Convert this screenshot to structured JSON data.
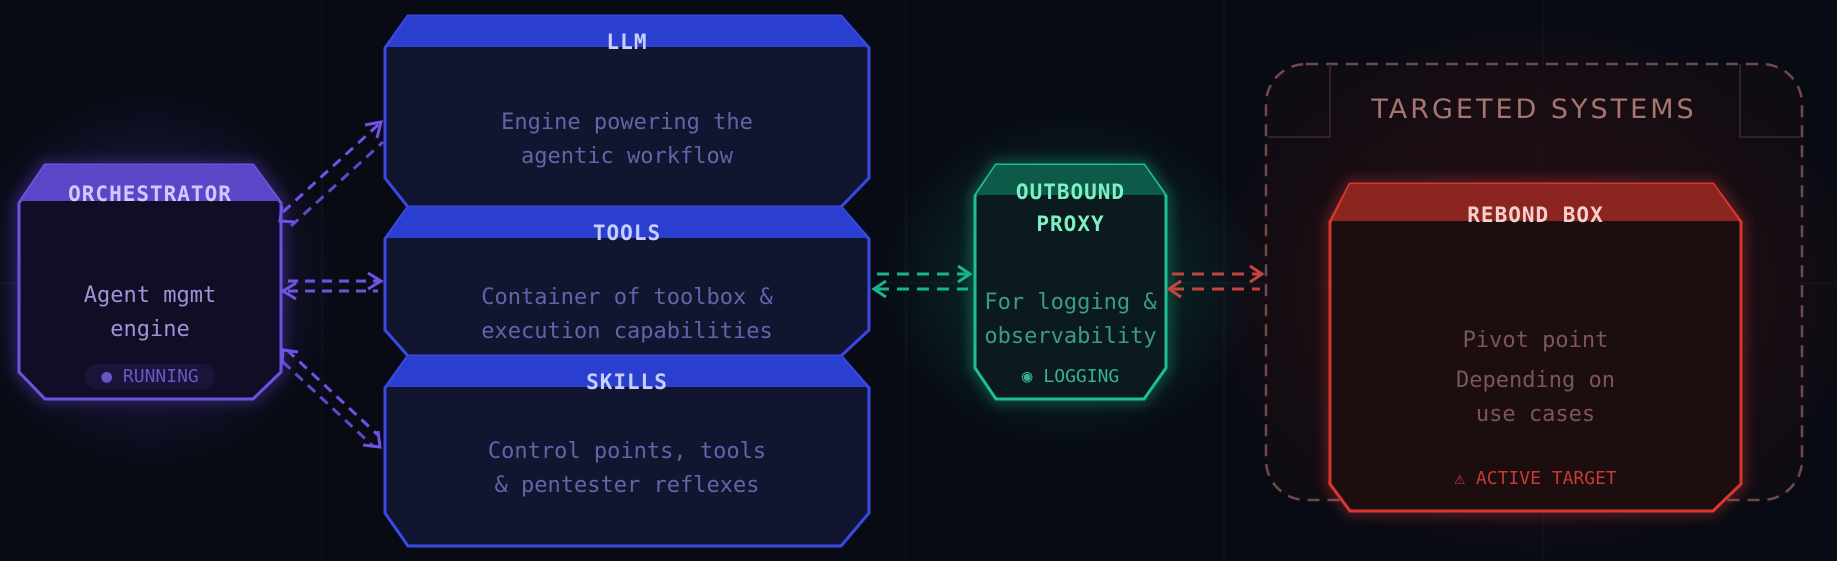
{
  "colors": {
    "background": "#080b14",
    "orchestrator": "#7f5df0",
    "llm_tools_skills": "#3a49e6",
    "proxy": "#1fc596",
    "target": "#e0403b"
  },
  "nodes": {
    "orchestrator": {
      "title": "ORCHESTRATOR",
      "desc_line1": "Agent mgmt",
      "desc_line2": "engine",
      "badge": "● RUNNING"
    },
    "llm": {
      "title": "LLM",
      "desc_line1": "Engine powering the",
      "desc_line2": "agentic workflow"
    },
    "tools": {
      "title": "TOOLS",
      "desc_line1": "Container of toolbox &",
      "desc_line2": "execution capabilities"
    },
    "skills": {
      "title": "SKILLS",
      "desc_line1": "Control points, tools",
      "desc_line2": "& pentester reflexes"
    },
    "proxy": {
      "title_line1": "OUTBOUND",
      "title_line2": "PROXY",
      "desc_line1": "For logging &",
      "desc_line2": "observability",
      "badge": "◉ LOGGING"
    },
    "targeted_systems": {
      "title": "TARGETED SYSTEMS"
    },
    "rebond_box": {
      "title": "REBOND BOX",
      "desc_line1": "Pivot point",
      "desc_line2": "Depending on",
      "desc_line3": "use cases",
      "badge": "⚠ ACTIVE TARGET"
    }
  },
  "edges": [
    {
      "from": "orchestrator",
      "to": "llm",
      "style": "dashed",
      "direction": "both"
    },
    {
      "from": "orchestrator",
      "to": "tools",
      "style": "dashed",
      "direction": "both"
    },
    {
      "from": "orchestrator",
      "to": "skills",
      "style": "dashed",
      "direction": "both"
    },
    {
      "from": "tools",
      "to": "proxy",
      "style": "dashed",
      "direction": "both"
    },
    {
      "from": "proxy",
      "to": "targeted_systems",
      "style": "dashed",
      "direction": "both"
    }
  ]
}
